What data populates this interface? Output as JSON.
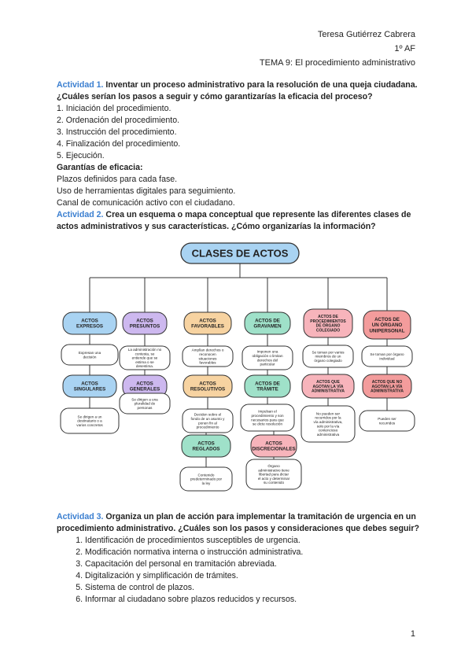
{
  "header": {
    "author": "Teresa Gutiérrez Cabrera",
    "course": "1º AF",
    "topic": "TEMA 9: El procedimiento administrativo"
  },
  "activity1": {
    "label": "Actividad 1.",
    "question_line1": " Inventar un proceso administrativo para la resolución de una queja ciudadana.",
    "question_line2": "¿Cuáles serían los pasos a seguir y cómo garantizarías la eficacia del proceso?",
    "steps": [
      "1. Iniciación del procedimiento.",
      "2. Ordenación del procedimiento.",
      "3. Instrucción del procedimiento.",
      "4. Finalización del procedimiento.",
      "5. Ejecución."
    ],
    "guarantees_title": "Garantías de eficacia:",
    "guarantees": [
      "Plazos definidos para cada fase.",
      "Uso de herramientas digitales para seguimiento.",
      "Canal de comunicación activo con el ciudadano."
    ]
  },
  "activity2": {
    "label": "Actividad 2.",
    "question_line1": " Crea un esquema o mapa conceptual que represente las diferentes clases de",
    "question_line2": "actos administrativos y sus características. ¿Cómo organizarías la información?"
  },
  "diagram": {
    "root": "CLASES DE ACTOS",
    "colors": {
      "blue": "#a9d3f2",
      "purple": "#cdb8ef",
      "orange": "#f7d3a1",
      "green": "#9fe1c9",
      "pink": "#f7b4bb",
      "red": "#f39c9c"
    },
    "acts": [
      {
        "label": "ACTOS EXPRESOS",
        "color": "blue"
      },
      {
        "label": "ACTOS PRESUNTOS",
        "color": "purple"
      },
      {
        "label": "ACTOS FAVORABLES",
        "color": "orange"
      },
      {
        "label": "ACTOS DE GRAVAMEN",
        "color": "green"
      },
      {
        "label": "ACTOS DE PROCEDIMIENTOS DE ÓRGANO COLEGIADO",
        "color": "pink"
      },
      {
        "label": "ACTOS DE UN ÓRGANO UNIPERSONAL",
        "color": "red"
      },
      {
        "label": "ACTOS SINGULARES",
        "color": "blue"
      },
      {
        "label": "ACTOS GENERALES",
        "color": "purple"
      },
      {
        "label": "ACTOS RESOLUTIVOS",
        "color": "orange"
      },
      {
        "label": "ACTOS DE TRÁMITE",
        "color": "green"
      },
      {
        "label": "ACTOS QUE AGOTAN LA VÍA ADMINISTRATIVA",
        "color": "pink"
      },
      {
        "label": "ACTOS QUE NO AGOTAN LA VÍA ADMINISTRATIVA",
        "color": "red"
      },
      {
        "label": "ACTOS REGLADOS",
        "color": "green"
      },
      {
        "label": "ACTOS DISCRECIONALES",
        "color": "pink"
      }
    ],
    "notes": [
      "Expresan una decisión",
      "La administración no contesta, se entiende que se estima o se desestima.",
      "Amplían derechos o reconocen situaciones favorables",
      "Imponen una obligación o limitan derechos del particular",
      "Se toman por varios miembros de un órgano colegiado",
      "Se toman por órgano individual",
      "Se dirigen a un destinatario o a varios concretos",
      "Se dirigen a una pluralidad de personas",
      "Deciden sobre el fondo de un asunto y ponen fin al procedimiento",
      "Impulsan el procedimiento y son necesarios para que se dicte resolución",
      "No pueden ser recurridos por la vía administrativa, solo por la vía contencioso administrativa",
      "Pueden ser recurridos",
      "Contenido predeterminado por la ley",
      "Órgano administrativo tiene libertad para dictar el acto y determinar su contenido"
    ]
  },
  "activity3": {
    "label": "Actividad 3.",
    "question_line1": " Organiza un plan de acción para implementar la tramitación de urgencia en un",
    "question_line2": "procedimiento administrativo. ¿Cuáles son los pasos y consideraciones que debes seguir?",
    "steps": [
      "Identificación de procedimientos susceptibles de urgencia.",
      "Modificación normativa interna o instrucción administrativa.",
      "Capacitación del personal en tramitación abreviada.",
      "Digitalización y simplificación de trámites.",
      "Sistema de control de plazos.",
      "Informar al ciudadano sobre plazos reducidos y recursos."
    ]
  },
  "page_number": "1"
}
